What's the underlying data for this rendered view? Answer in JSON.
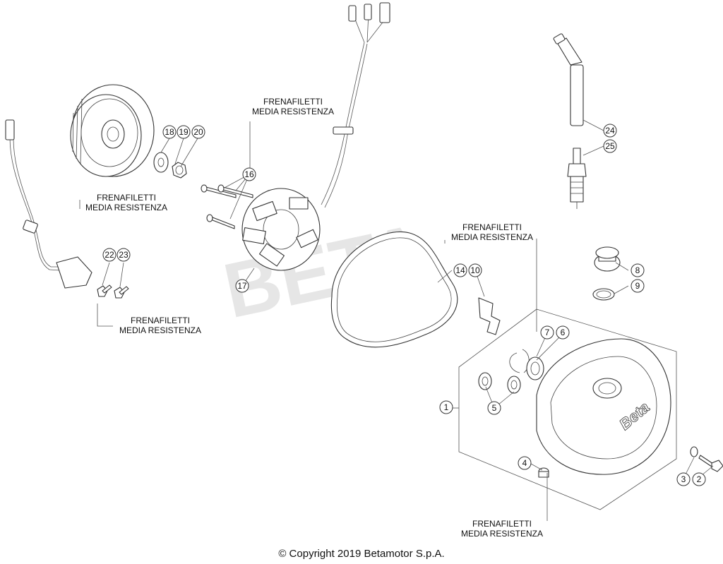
{
  "notes": [
    {
      "line1": "FRENAFILETTI",
      "line2": "MEDIA RESISTENZA"
    },
    {
      "line1": "FRENAFILETTI",
      "line2": "MEDIA RESISTENZA"
    },
    {
      "line1": "FRENAFILETTI",
      "line2": "MEDIA RESISTENZA"
    },
    {
      "line1": "FRENAFILETTI",
      "line2": "MEDIA RESISTENZA"
    },
    {
      "line1": "FRENAFILETTI",
      "line2": "MEDIA RESISTENZA"
    }
  ],
  "callouts": [
    "1",
    "2",
    "3",
    "4",
    "5",
    "6",
    "7",
    "8",
    "9",
    "10",
    "14",
    "16",
    "17",
    "18",
    "19",
    "20",
    "22",
    "23",
    "24",
    "25"
  ],
  "copyright": "© Copyright 2019 Betamotor S.p.A.",
  "watermark": "BETA",
  "logo_text": "Beta"
}
